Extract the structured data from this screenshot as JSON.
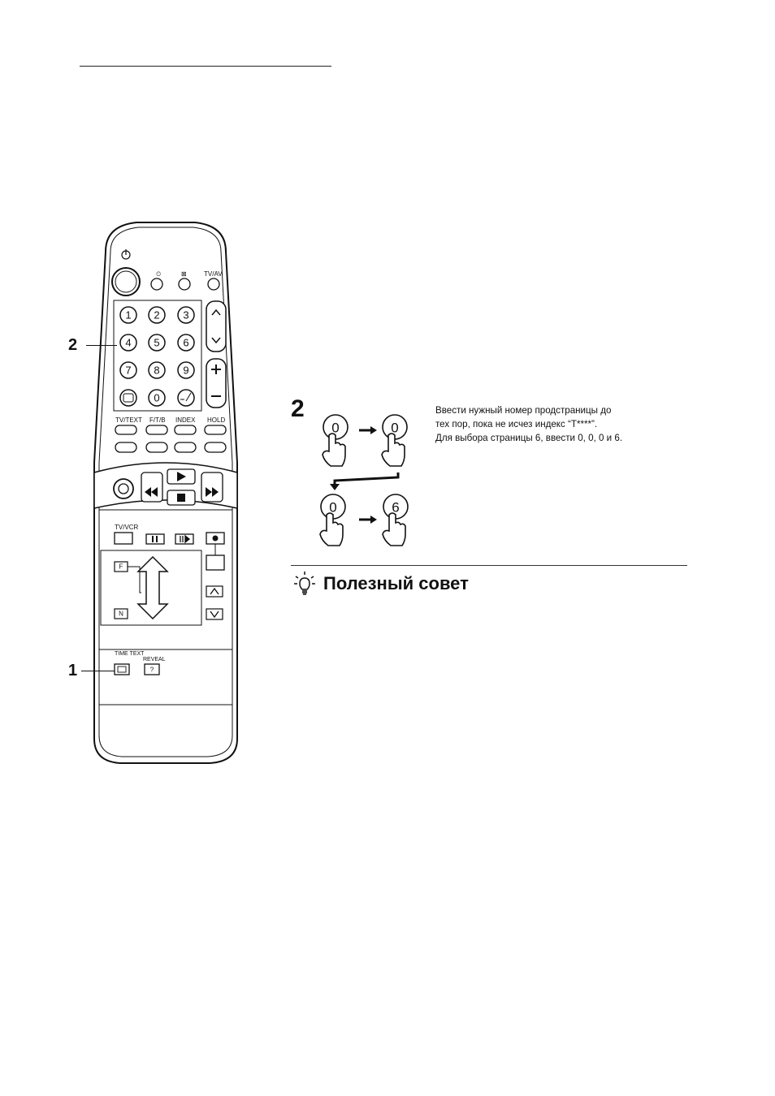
{
  "remote": {
    "labels": {
      "tv_av": "TV/AV",
      "tv_text": "TV/TEXT",
      "ftb": "F/T/B",
      "index": "INDEX",
      "hold": "HOLD",
      "tv_vcr": "TV/VCR",
      "time_text": "TIME TEXT",
      "reveal": "REVEAL",
      "f_key": "F",
      "n_key": "N"
    },
    "number_keys": [
      "1",
      "2",
      "3",
      "4",
      "5",
      "6",
      "7",
      "8",
      "9",
      "0"
    ]
  },
  "callouts": {
    "keypad": "2",
    "time_text": "1"
  },
  "step2": {
    "number": "2",
    "text_line1": "Ввести нужный номер продстраницы до",
    "text_line2": "тех пор, пока не исчез индекс “T****”.",
    "text_line3": "Для выбора страницы 6, ввести 0, 0, 0 и 6.",
    "sequence": [
      "0",
      "0",
      "0",
      "6"
    ]
  },
  "tip": {
    "title": "Полезный совет"
  }
}
